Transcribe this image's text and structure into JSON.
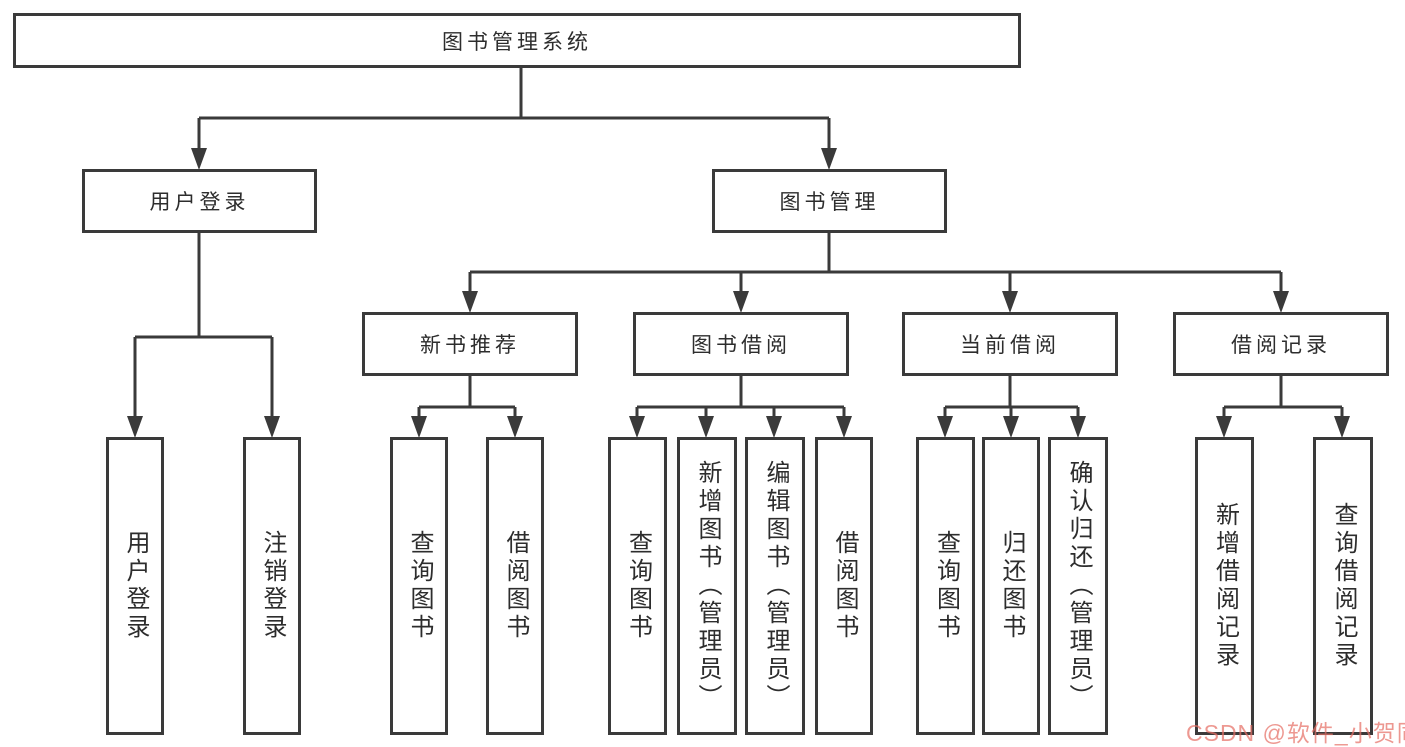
{
  "diagram": {
    "title": "图书管理系统",
    "root": {
      "label": "图书管理系统"
    },
    "level2": [
      {
        "label": "用户登录"
      },
      {
        "label": "图书管理"
      }
    ],
    "level3": [
      {
        "label": "新书推荐"
      },
      {
        "label": "图书借阅"
      },
      {
        "label": "当前借阅"
      },
      {
        "label": "借阅记录"
      }
    ],
    "leaves": {
      "user_login": [
        "用户登录",
        "注销登录"
      ],
      "new_book": [
        "查询图书",
        "借阅图书"
      ],
      "book_borrow": [
        "查询图书",
        "新增图书（管理员）",
        "编辑图书（管理员）",
        "借阅图书"
      ],
      "current_borrow": [
        "查询图书",
        "归还图书",
        "确认归还（管理员）"
      ],
      "borrow_record": [
        "新增借阅记录",
        "查询借阅记录"
      ]
    },
    "line_color": "#3a3a3a",
    "box_background": "#ffffff",
    "text_color": "#2d2d2d"
  },
  "watermark": {
    "text": "CSDN @软件_小贺同学",
    "color": "#e67066"
  }
}
